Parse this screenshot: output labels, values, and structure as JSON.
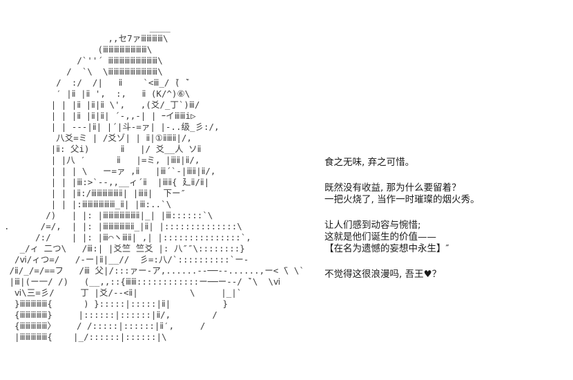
{
  "colors": {
    "bg": "#ffffff",
    "ink": "#1a1a1a",
    "art": "#3c3c3c"
  },
  "ascii_art": {
    "lines": [
      "                            ____",
      "                    ,,セ7ァⅲⅲⅲⅲ\\",
      "                  (ⅲⅲⅲⅲⅲⅲⅲⅲ\\",
      "              /`''´ ⅲⅲⅲⅲⅲⅲⅲⅲⅲ\\",
      "            /  `\\  \\ⅲⅲⅲⅲⅲⅲⅲⅲⅲ\\",
      "          /  :/  /|   ⅱ    `<ⅲ_/ ̄( ̄`",
      "          ′ |ⅱ |ⅱ ',  :,   ⅱ (K/^)⑥\\",
      "         | | |ⅱ |ⅱ|ⅱ \\',   ,(爻/_丁`)ⅲ/",
      "         | | |ⅱ |ⅱ|ⅱ| ´-,,-| | ｰイⅲⅲi▷",
      "         | | ---|ⅱ| |´|斗-=ァ| |-..级_彡:/,",
      "          八爻=ミ | /爻ゾ| | ⅱ|①ⅱⅲⅱ|/,",
      "         |ⅱ: 父i)      ⅱ   |/ 爻__人 ソⅱ",
      "         | |八 ′      ⅱ   |=ミ, |ⅲⅱ|ⅱ/,",
      "         | | | \\   ー=ァ ,ⅱ   |ⅲ´`-|ⅲⅱ|ⅱ/,",
      "         | | |ⅲ:>`--,,__ィ´ⅱ  |ⅲⅱ{ 廴ⅱ/ⅱ|",
      "         | | |ⅱ:/ⅲⅲⅲⅲⅲⅱ| |ⅲⅱ|  下ー″",
      "         | | |:ⅲⅲⅲⅲⅲⅲ_ⅱ| |ⅲ:..`\\",
      "        /)   | |: |ⅲⅲⅲⅲⅲⅲⅱ|_| |ⅲ::::::`\\",
      ".      /=/,  | |: |ⅲⅲⅲⅲⅲⅱ_|ⅱ| |::::::::::::::\\",
      "      /:/    | |: |ⅲ⌒ヽⅲⅱ| ,| |:::::::::::::::`,",
      "   _/ィ 二つ\\   /ⅲ:| |爻竺 竺爻 |: 八″″\\::::::::}",
      "  /ⅵ/ィつ=/   /-ー|ⅱ|__//  彡=:八/`::::::::::`ー-",
      " /ⅱ/_/=/==フ   /ⅲ 父|/:::ァー-ア,......--──--......,ー< ̄\\ \\`",
      " |ⅲ|(ー一/ /)   (__,,::{ⅲⅲ::::::::::::ー──ー--/ ̄`\\  \\ⅵ",
      "  ⅵ\\三=彡/     丁 |爻/--<ⅱ|          \\     |_|`",
      "  }ⅲⅲⅲⅲⅲ{      ) }:::::|:::::|ⅱ|          }",
      "  {ⅲⅲⅲⅲⅲ}     |::::::|::::::|ⅱ/,        /",
      "  {ⅲⅲⅲⅲⅲ〉    / /:::::|::::::|ⅱ′,     /",
      "  |ⅲⅲⅲⅲⅲ{    |_/::::::|::::::|\\"
    ]
  },
  "dialogue": {
    "paragraphs": [
      {
        "lines": [
          "食之无味, 弃之可惜。"
        ]
      },
      {
        "lines": [
          "既然没有收益, 那为什么要留着？",
          "一把火烧了, 当作一时璀璨的烟火秀。"
        ]
      },
      {
        "lines": [
          "让人们感到动容与惋惜;",
          "这就是他们诞生的价值——",
          "【在名为遗憾的妄想中永生】″"
        ]
      },
      {
        "lines": [
          "不觉得这很浪漫吗, 吾王♥？"
        ]
      }
    ]
  }
}
